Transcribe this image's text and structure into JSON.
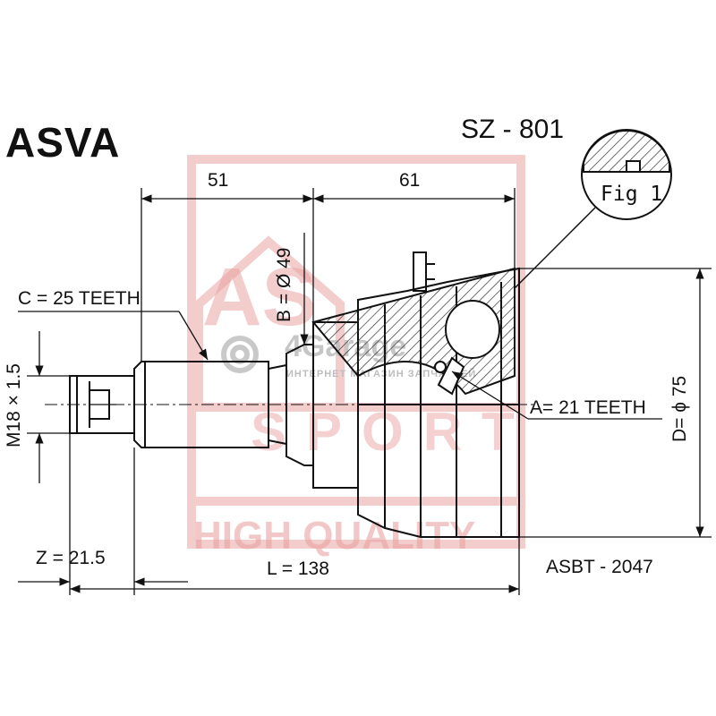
{
  "brand": "ASVA",
  "part_number": "SZ - 801",
  "asbt_code": "ASBT - 2047",
  "fig_label": "Fig 1",
  "dimensions": {
    "top_left": "51",
    "top_right": "61",
    "b_diameter": "B = Ø 49",
    "c_teeth": "C = 25 TEETH",
    "m_thread": "M18 × 1.5",
    "a_teeth": "A= 21 TEETH",
    "d_diameter": "D= ϕ 75",
    "z_value": "Z = 21.5",
    "l_value": "L = 138"
  },
  "watermark": {
    "site": "4Garage",
    "tagline": "ИНТЕРНЕТ МАГАЗИН ЗАПЧАСТЕЙ",
    "logo_letters": "AS",
    "sport": "SPORT",
    "quality": "HIGH QUALITY",
    "color": "#e8a0a0"
  },
  "colors": {
    "line": "#111111",
    "hatch": "#333333"
  }
}
